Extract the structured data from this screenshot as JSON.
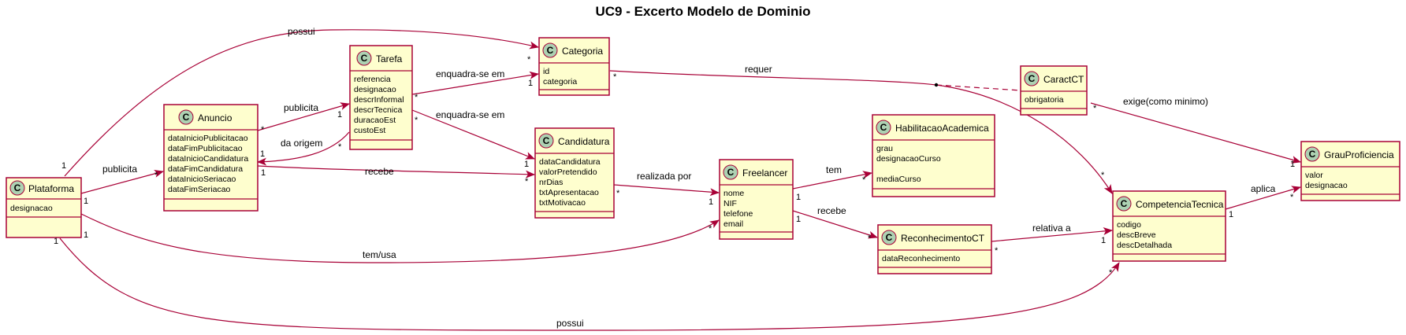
{
  "diagram": {
    "title": "UC9 - Excerto Modelo de Dominio",
    "class_glyph": "C",
    "colors": {
      "box_fill": "#FEFECE",
      "border": "#A80036",
      "icon_circle": "#ADD1B2"
    },
    "classes": {
      "plataforma": {
        "name": "Plataforma",
        "attributes": [
          "designacao"
        ]
      },
      "anuncio": {
        "name": "Anuncio",
        "attributes": [
          "dataInicioPublicitacao",
          "dataFimPublicitacao",
          "dataInicioCandidatura",
          "dataFimCandidatura",
          "dataInicioSeriacao",
          "dataFimSeriacao"
        ]
      },
      "tarefa": {
        "name": "Tarefa",
        "attributes": [
          "referencia",
          "designacao",
          "descrInformal",
          "descrTecnica",
          "duracaoEst",
          "custoEst"
        ]
      },
      "categoria": {
        "name": "Categoria",
        "attributes": [
          "id",
          "categoria"
        ]
      },
      "candidatura": {
        "name": "Candidatura",
        "attributes": [
          "dataCandidatura",
          "valorPretendido",
          "nrDias",
          "txtApresentacao",
          "txtMotivacao"
        ]
      },
      "freelancer": {
        "name": "Freelancer",
        "attributes": [
          "nome",
          "NIF",
          "telefone",
          "email"
        ]
      },
      "habilitacao": {
        "name": "HabilitacaoAcademica",
        "attributes": [
          "grau",
          "designacaoCurso",
          "",
          "mediaCurso"
        ]
      },
      "reconhecimento": {
        "name": "ReconhecimentoCT",
        "attributes": [
          "dataReconhecimento"
        ]
      },
      "caractct": {
        "name": "CaractCT",
        "attributes": [
          "obrigatoria"
        ]
      },
      "competencia": {
        "name": "CompetenciaTecnica",
        "attributes": [
          "codigo",
          "descBreve",
          "descDetalhada"
        ]
      },
      "grau": {
        "name": "GrauProficiencia",
        "attributes": [
          "valor",
          "designacao"
        ]
      }
    },
    "relations": {
      "plat_cat": {
        "label": "possui",
        "m1": "1",
        "m2": "*"
      },
      "plat_anu": {
        "label": "publicita",
        "m1": "1",
        "m2": "*"
      },
      "anu_tar_pub": {
        "label": "publicita",
        "m1": "*",
        "m2": "1"
      },
      "tar_anu_origem": {
        "label": "da origem",
        "m1": "*",
        "m2": "1"
      },
      "tar_cat": {
        "label": "enquadra-se em",
        "m1": "*",
        "m2": "1"
      },
      "tar_cand": {
        "label": "enquadra-se em",
        "m1": "*",
        "m2": "1"
      },
      "anu_cand": {
        "label": "recebe",
        "m1": "1",
        "m2": "*"
      },
      "cand_free": {
        "label": "realizada por",
        "m1": "*",
        "m2": "1"
      },
      "plat_free": {
        "label": "tem/usa",
        "m1": "1",
        "m2": "*"
      },
      "free_hab": {
        "label": "tem",
        "m1": "1",
        "m2": "*"
      },
      "free_rec": {
        "label": "recebe",
        "m1": "1",
        "m2": "*"
      },
      "rec_comp": {
        "label": "relativa a",
        "m1": "*",
        "m2": "1"
      },
      "cat_comp": {
        "label": "requer",
        "m1": "*",
        "m2": "*"
      },
      "car_grau": {
        "label": "exige(como minimo)",
        "m1": "*",
        "m2": "1"
      },
      "comp_grau": {
        "label": "aplica",
        "m1": "1",
        "m2": "*"
      },
      "plat_comp": {
        "label": "possui",
        "m1": "1",
        "m2": "*"
      }
    }
  }
}
